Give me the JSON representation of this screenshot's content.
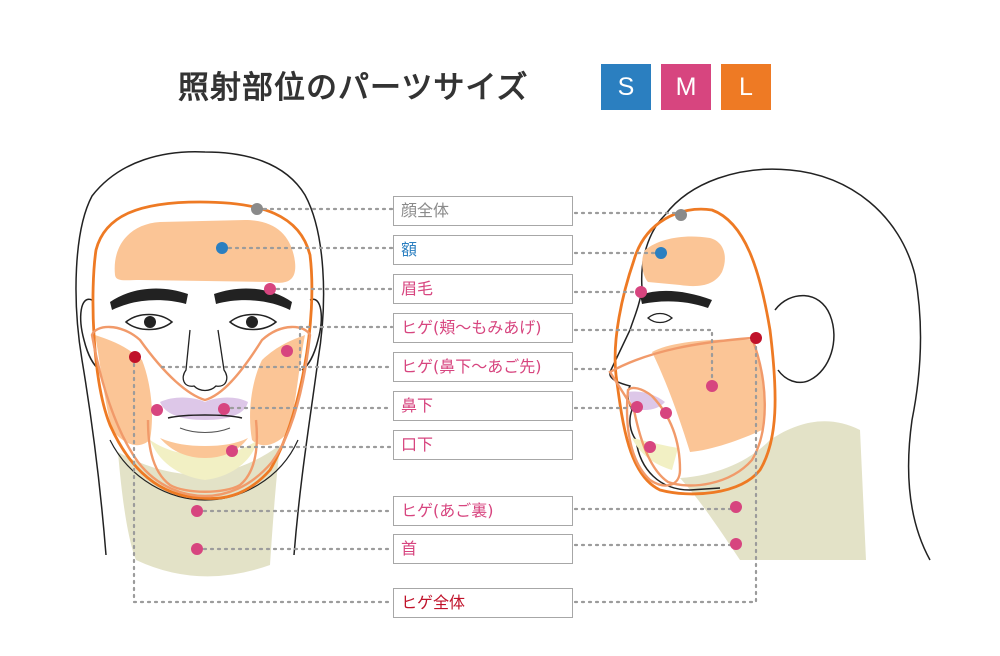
{
  "title": "照射部位のパーツサイズ",
  "size_badges": [
    {
      "label": "S",
      "color": "#2b7fc0"
    },
    {
      "label": "M",
      "color": "#d7457f"
    },
    {
      "label": "L",
      "color": "#ee7a24"
    }
  ],
  "colors": {
    "gray_dot": "#8a8a8a",
    "blue_dot": "#2b7fc0",
    "pink_dot": "#d7457f",
    "red_dot": "#c0122a",
    "skin_fill": "#fbc596",
    "outline_orange": "#ee7a24",
    "neck_fill": "#e3e2c7",
    "lip_fill": "#ddc7e8"
  },
  "labels": [
    {
      "text": "顔全体",
      "color": "#8a8a8a"
    },
    {
      "text": "額",
      "color": "#2b7fc0"
    },
    {
      "text": "眉毛",
      "color": "#d7457f"
    },
    {
      "text": "ヒゲ(頬〜もみあげ)",
      "color": "#d7457f"
    },
    {
      "text": "ヒゲ(鼻下〜あご先)",
      "color": "#d7457f"
    },
    {
      "text": "鼻下",
      "color": "#d7457f"
    },
    {
      "text": "口下",
      "color": "#d7457f"
    },
    {
      "text": "ヒゲ(あご裏)",
      "color": "#d7457f"
    },
    {
      "text": "首",
      "color": "#d7457f"
    },
    {
      "text": "ヒゲ全体",
      "color": "#c0122a"
    }
  ]
}
